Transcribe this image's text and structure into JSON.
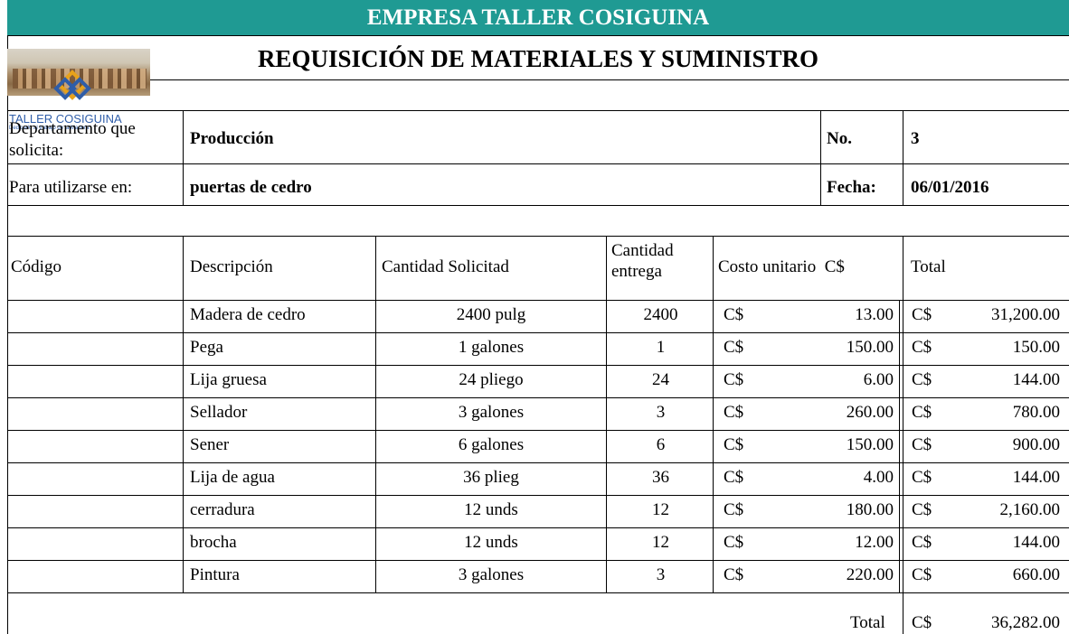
{
  "header": {
    "company": "EMPRESA TALLER COSIGUINA",
    "title": "REQUISICIÓN DE MATERIALES Y SUMINISTRO"
  },
  "logo": {
    "name": "TALLER COSIGUINA",
    "tagline": "Dedicado al trabajo de la Madera"
  },
  "info": {
    "department_label_1": "Departamento que",
    "department_label_2": "solicita:",
    "department_value": "Producción",
    "no_label": "No.",
    "no_value": "3",
    "use_label": "Para utilizarse en:",
    "use_value": "puertas de cedro",
    "date_label": "Fecha:",
    "date_value": "06/01/2016"
  },
  "columns": {
    "code": "Código",
    "description": "Descripción",
    "qty_requested": "Cantidad Solicitad",
    "qty_delivered_1": "Cantidad",
    "qty_delivered_2": "entrega",
    "unit_cost": "Costo unitario  C$",
    "total": "Total"
  },
  "currency": "C$",
  "rows": [
    {
      "code": "",
      "description": "Madera de  cedro",
      "qty": "2400 pulg",
      "delivered": "2400",
      "unit": "13.00",
      "total": "31,200.00"
    },
    {
      "code": "",
      "description": "Pega",
      "qty": "1 galones",
      "delivered": "1",
      "unit": "150.00",
      "total": "150.00"
    },
    {
      "code": "",
      "description": "Lija gruesa",
      "qty": "24 pliego",
      "delivered": "24",
      "unit": "6.00",
      "total": "144.00"
    },
    {
      "code": "",
      "description": "Sellador",
      "qty": "3 galones",
      "delivered": "3",
      "unit": "260.00",
      "total": "780.00"
    },
    {
      "code": "",
      "description": "Sener",
      "qty": "6 galones",
      "delivered": "6",
      "unit": "150.00",
      "total": "900.00"
    },
    {
      "code": "",
      "description": "Lija de agua",
      "qty": "36 plieg",
      "delivered": "36",
      "unit": "4.00",
      "total": "144.00"
    },
    {
      "code": "",
      "description": "cerradura",
      "qty": "12 unds",
      "delivered": "12",
      "unit": "180.00",
      "total": "2,160.00"
    },
    {
      "code": "",
      "description": "brocha",
      "qty": "12 unds",
      "delivered": "12",
      "unit": "12.00",
      "total": "144.00"
    },
    {
      "code": "",
      "description": "Pintura",
      "qty": "3 galones",
      "delivered": "3",
      "unit": "220.00",
      "total": "660.00"
    }
  ],
  "footer": {
    "total_label": "Total",
    "total_value": "36,282.00"
  },
  "colors": {
    "banner": "#1f9a93",
    "logo_text": "#2f5da8"
  }
}
